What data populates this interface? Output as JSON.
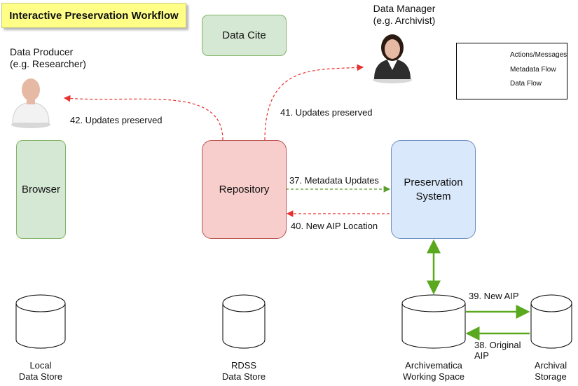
{
  "title": "Interactive Preservation Workflow",
  "nodes": {
    "data_cite": "Data Cite",
    "browser": "Browser",
    "repository": "Repository",
    "preservation_system": "Preservation System"
  },
  "actors": {
    "data_producer": {
      "name": "Data Producer",
      "role": "(e.g. Researcher)"
    },
    "data_manager": {
      "name": "Data Manager",
      "role": "(e.g. Archivist)"
    }
  },
  "stores": {
    "local": {
      "line1": "Local",
      "line2": "Data Store"
    },
    "rdss": {
      "line1": "RDSS",
      "line2": "Data Store"
    },
    "archivematica": {
      "line1": "Archivematica",
      "line2": "Working Space"
    },
    "archival": {
      "line1": "Archival",
      "line2": "Storage"
    }
  },
  "edges": {
    "e42": "42.  Updates preserved",
    "e41": "41.  Updates preserved",
    "e37": "37.  Metadata Updates",
    "e40": "40.  New AIP Location",
    "e39": "39. New  AIP",
    "e38_line1": "38. Original",
    "e38_line2": "AIP"
  },
  "legend": {
    "actions": "Actions/Messages",
    "metadata": "Metadata Flow",
    "data": "Data Flow"
  },
  "colors": {
    "actions": "#e8312f",
    "metadata": "#5a9e2e",
    "data": "#5aa81e"
  }
}
